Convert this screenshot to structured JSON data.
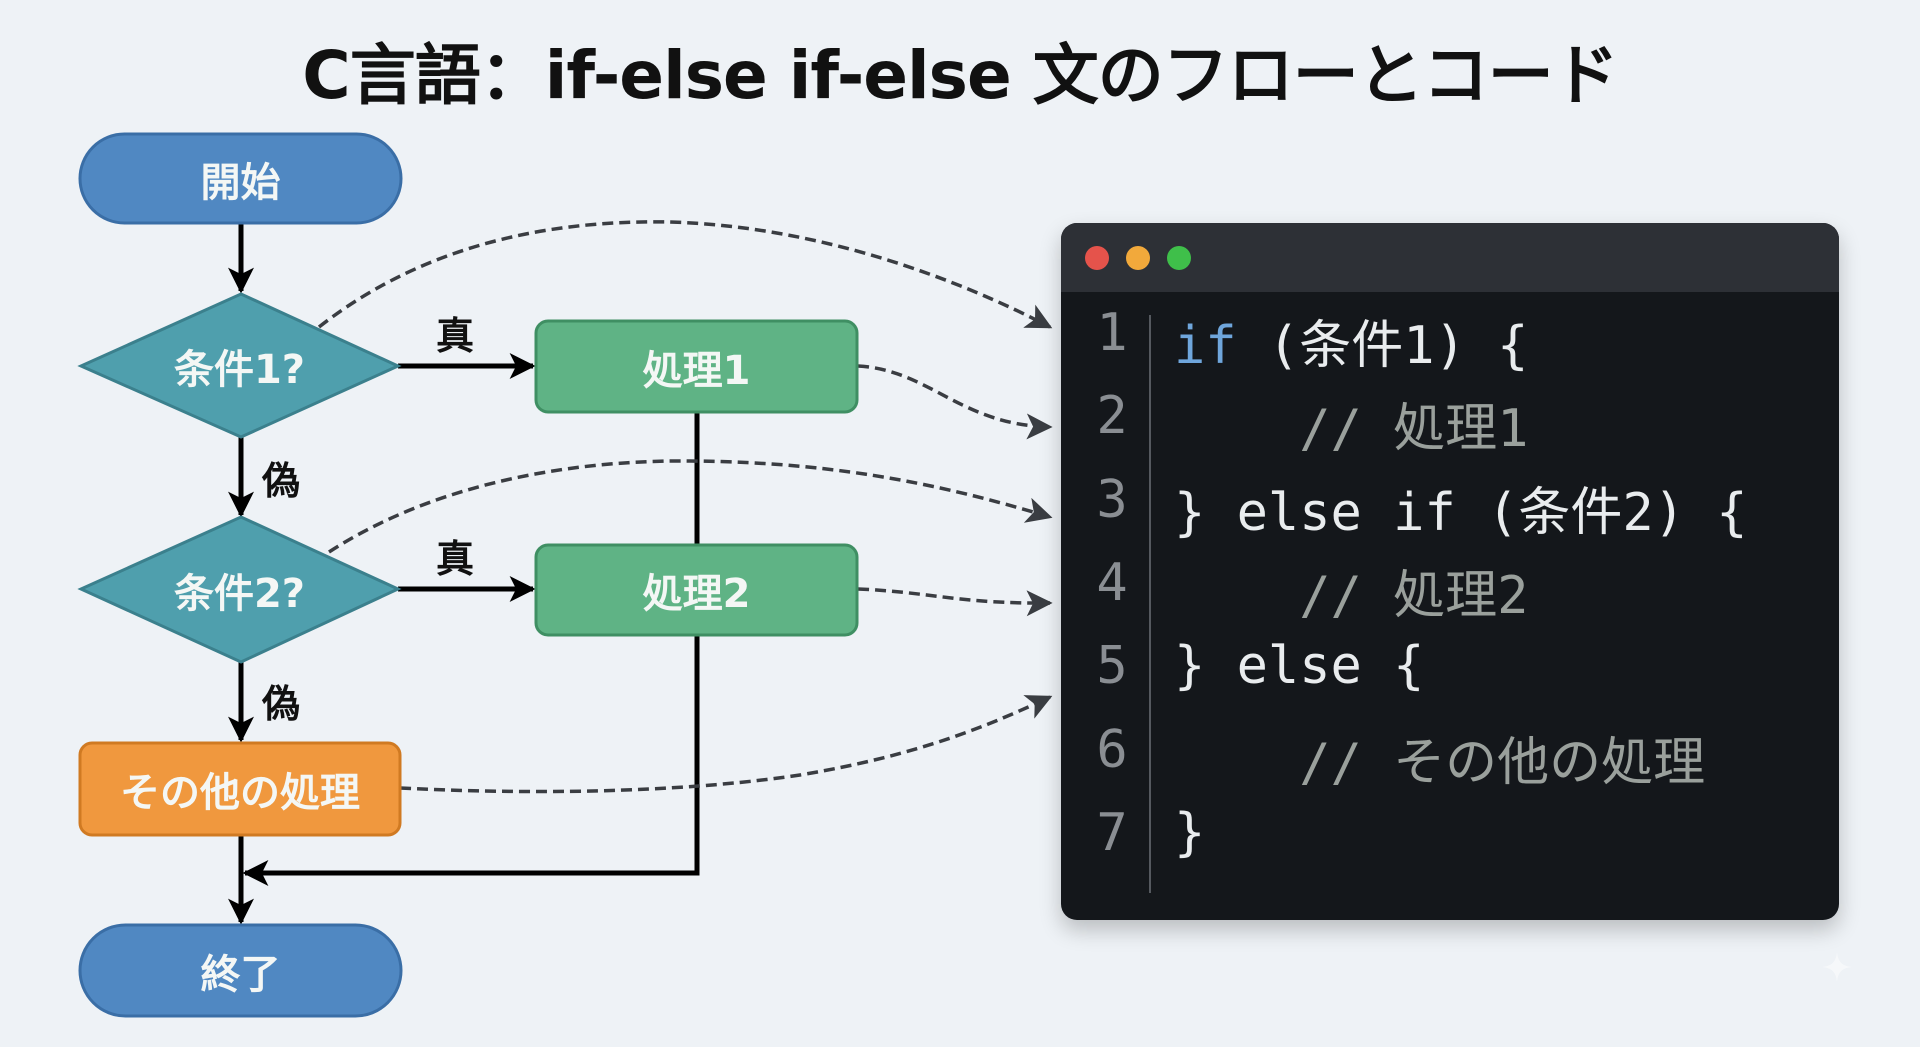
{
  "title": "C言語：if-else if-else 文のフローとコード",
  "flowchart": {
    "start": "開始",
    "condition1": "条件1?",
    "condition2": "条件2?",
    "process1": "処理1",
    "process2": "処理2",
    "else_process": "その他の処理",
    "end": "終了",
    "true_label_1": "真",
    "true_label_2": "真",
    "false_label_1": "偽",
    "false_label_2": "偽"
  },
  "colors": {
    "terminal": "#5088c2",
    "decision": "#4f9fad",
    "process": "#5fb385",
    "else_process": "#f0983e",
    "keyword": "#6fa6dc"
  },
  "code_window": {
    "traffic_lights": [
      "#e5534b",
      "#f2a93b",
      "#3fbf4a"
    ],
    "lines": [
      {
        "number": "1",
        "indent": "",
        "keyword": "if",
        "text": " (条件1) {",
        "comment": ""
      },
      {
        "number": "2",
        "indent": "    ",
        "keyword": "",
        "text": "",
        "comment": "// 処理1"
      },
      {
        "number": "3",
        "indent": "",
        "keyword": "",
        "text": "} else if (条件2) {",
        "comment": ""
      },
      {
        "number": "4",
        "indent": "    ",
        "keyword": "",
        "text": "",
        "comment": "// 処理2"
      },
      {
        "number": "5",
        "indent": "",
        "keyword": "",
        "text": "} else {",
        "comment": ""
      },
      {
        "number": "6",
        "indent": "    ",
        "keyword": "",
        "text": "",
        "comment": "// その他の処理"
      },
      {
        "number": "7",
        "indent": "",
        "keyword": "",
        "text": "}",
        "comment": ""
      }
    ]
  }
}
